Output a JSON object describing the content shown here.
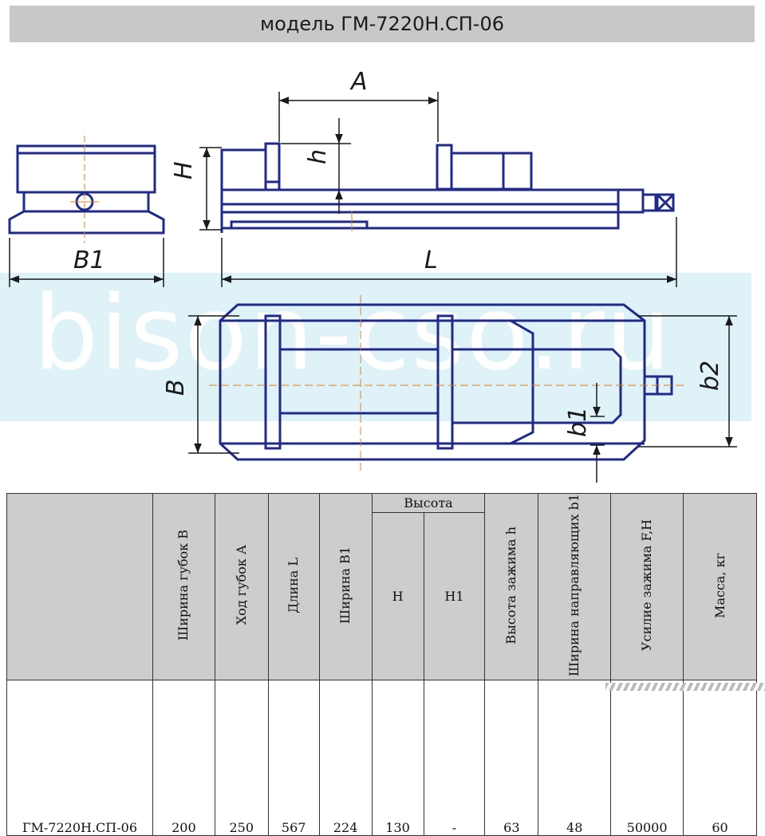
{
  "title": "модель ГМ-7220Н.СП-06",
  "watermark": "bison-cso.ru",
  "drawing_labels": {
    "A": "A",
    "H": "H",
    "h": "h",
    "B1": "B1",
    "L": "L",
    "B": "B",
    "b1": "b1",
    "b2": "b2"
  },
  "colors": {
    "title_bg": "#c8c8c8",
    "drawing_line": "#1f2a8a",
    "dimension_line": "#1a1a1a",
    "center_mark": "#e08020",
    "watermark_band": "#d8f0f6",
    "header_bg": "#cdcdcd"
  },
  "table": {
    "group_header": "Высота",
    "columns": [
      "",
      "Ширина губок В",
      "Ход губок А",
      "Длина L",
      "Ширина В1",
      "H",
      "H1",
      "Высота зажима h",
      "Ширина направляющих b1",
      "Усилие зажима F,H",
      "Масса, кг"
    ],
    "rows": [
      [
        "ГМ-7220Н.СП-06",
        "200",
        "250",
        "567",
        "224",
        "130",
        "-",
        "63",
        "48",
        "50000",
        "60"
      ]
    ]
  }
}
